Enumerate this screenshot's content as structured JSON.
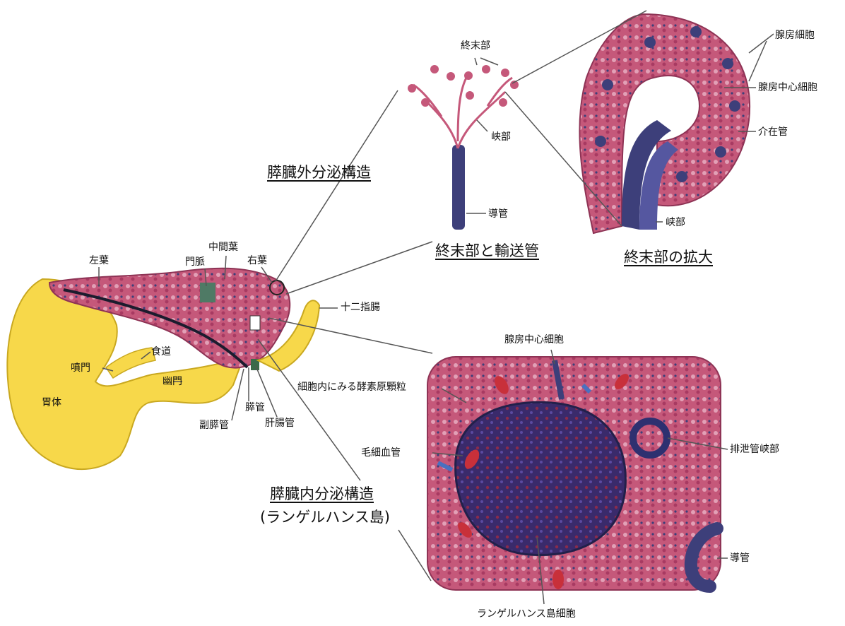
{
  "colors": {
    "stomach": "#f7d84a",
    "pancreas_tissue": "#c5587a",
    "duct": "#3d3f7a",
    "islet": "#3a2a6b",
    "capillary": "#c8303a",
    "line": "#555555"
  },
  "titles": {
    "exocrine": "膵臓外分泌構造",
    "terminal_and_duct": "終末部と輸送管",
    "terminal_enlarged": "終末部の拡大",
    "endocrine": "膵臓内分泌構造",
    "endocrine_sub": "(ランゲルハンス島)"
  },
  "pancreas_labels": {
    "left_lobe": "左葉",
    "portal_vein": "門脈",
    "middle_lobe": "中間葉",
    "right_lobe": "右葉",
    "duodenum": "十二指腸",
    "esophagus": "食道",
    "cardia": "噴門",
    "pylorus": "幽門",
    "stomach_body": "胃体",
    "pancreatic_duct": "膵管",
    "accessory_duct": "副膵管",
    "hepatopancreatic_duct": "肝腸管"
  },
  "duct_labels": {
    "terminal": "終末部",
    "isthmus": "峡部",
    "conduit": "導管"
  },
  "acinus_labels": {
    "acinar_cell": "腺房細胞",
    "centroacinar_cell": "腺房中心細胞",
    "intercalated_duct": "介在管",
    "isthmus": "峡部"
  },
  "islet_labels": {
    "centroacinar_cell": "腺房中心細胞",
    "zymogen_granules": "細胞内にみる酵素原顆粒",
    "capillary": "毛細血管",
    "excretory_isthmus": "排泄管峡部",
    "conduit": "導管",
    "islet_cell": "ランゲルハンス島細胞"
  }
}
